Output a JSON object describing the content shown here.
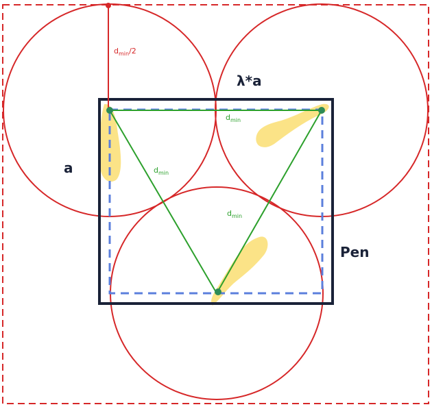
{
  "labels": {
    "a": "a",
    "lambda_a": "λ*a",
    "pen": "Pen",
    "dmin_base": "d",
    "dmin_sub": "min",
    "half_suffix": "/2"
  },
  "colors": {
    "outer_dashed": "#d62728",
    "circle": "#d62728",
    "radius_line": "#d62728",
    "inner_square": "#1a2238",
    "dashed_square": "#5b7fdc",
    "triangle": "#2ca02c",
    "blob": "#fbe07a",
    "text_dark": "#1a2238",
    "text_red": "#d62728",
    "text_green": "#2ca02c",
    "point": "#2e8b57",
    "point_top": "#d62728"
  }
}
